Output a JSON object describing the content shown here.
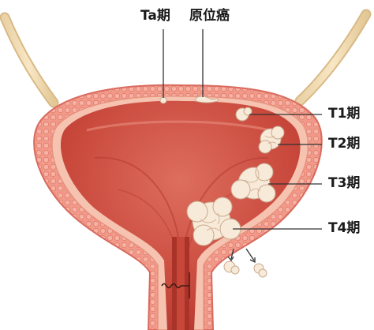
{
  "labels": {
    "ta": "Ta期",
    "cis": "原位癌",
    "t1": "T1期",
    "t2": "T2期",
    "t3": "T3期",
    "t4": "T4期"
  },
  "colors": {
    "muscle": "#f19a8a",
    "muscle_dark": "#de6f63",
    "lining": "#f7c7b4",
    "cavity": "#c8473b",
    "cavity_light": "#d8695a",
    "tumor": "#f8ead8",
    "ureter": "#f3dcb3",
    "leader": "#333333"
  }
}
